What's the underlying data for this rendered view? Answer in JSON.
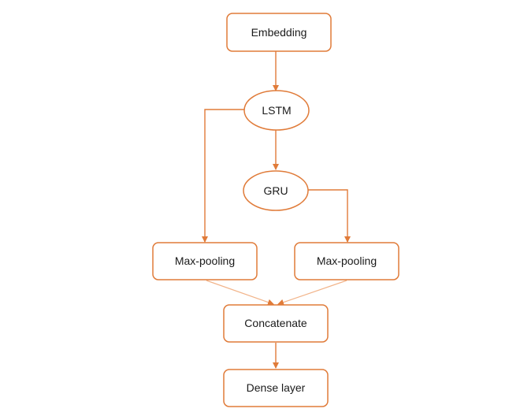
{
  "diagram": {
    "accent_color": "#e07b39",
    "accent_light_color": "#f2b48a",
    "nodes": {
      "embedding": "Embedding",
      "lstm": "LSTM",
      "gru": "GRU",
      "maxpool_left": "Max-pooling",
      "maxpool_right": "Max-pooling",
      "concatenate": "Concatenate",
      "dense": "Dense layer"
    },
    "edges": [
      {
        "from": "Embedding",
        "to": "LSTM"
      },
      {
        "from": "LSTM",
        "to": "GRU"
      },
      {
        "from": "LSTM",
        "to": "Max-pooling (left)"
      },
      {
        "from": "GRU",
        "to": "Max-pooling (right)"
      },
      {
        "from": "Max-pooling (left)",
        "to": "Concatenate"
      },
      {
        "from": "Max-pooling (right)",
        "to": "Concatenate"
      },
      {
        "from": "Concatenate",
        "to": "Dense layer"
      }
    ]
  }
}
